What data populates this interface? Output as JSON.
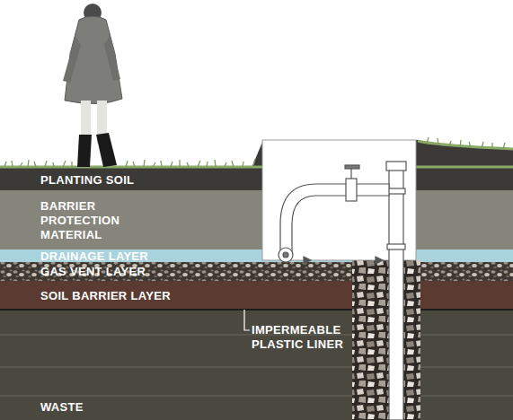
{
  "diagram": {
    "nodes": [
      {
        "text": [
          "PLANTING SOIL"
        ]
      },
      {
        "text": [
          "BARRIER PROTECTION MATERIAL"
        ]
      },
      {
        "text": [
          "DRAINAGE LAYER"
        ]
      },
      {
        "text": [
          "GAS VENT LAYER"
        ]
      },
      {
        "text": [
          "SOIL BARRIER LAYER"
        ]
      },
      {
        "text": [
          "WASTE"
        ]
      }
    ],
    "labels": [
      "IMPERMEABLE PLASTIC LINER"
    ]
  }
}
